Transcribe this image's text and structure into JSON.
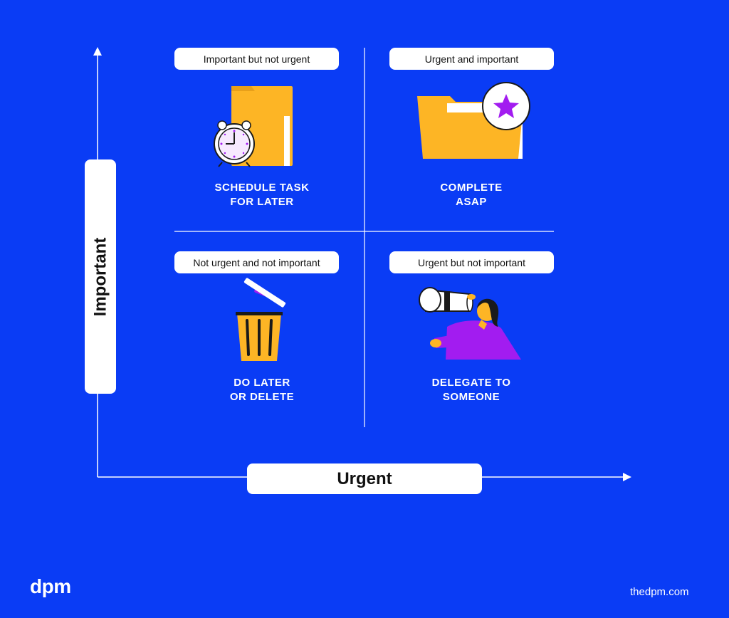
{
  "axes": {
    "y_label": "Important",
    "x_label": "Urgent"
  },
  "quadrants": {
    "top_left": {
      "tag": "Important but not urgent",
      "action_line1": "SCHEDULE TASK",
      "action_line2": "FOR LATER",
      "icon": "folder-with-alarm-clock"
    },
    "top_right": {
      "tag": "Urgent and important",
      "action_line1": "COMPLETE",
      "action_line2": "ASAP",
      "icon": "folder-with-star-badge"
    },
    "bottom_left": {
      "tag": "Not urgent and not important",
      "action_line1": "DO LATER",
      "action_line2": "OR DELETE",
      "icon": "trash-can"
    },
    "bottom_right": {
      "tag": "Urgent but not important",
      "action_line1": "DELEGATE TO",
      "action_line2": "SOMEONE",
      "icon": "person-with-spyglass"
    }
  },
  "footer": {
    "logo": "dpm",
    "site": "thedpm.com"
  },
  "colors": {
    "background": "#0A3CF5",
    "folder": "#FDB525",
    "accent_purple": "#A21CF0",
    "white": "#FFFFFF"
  }
}
